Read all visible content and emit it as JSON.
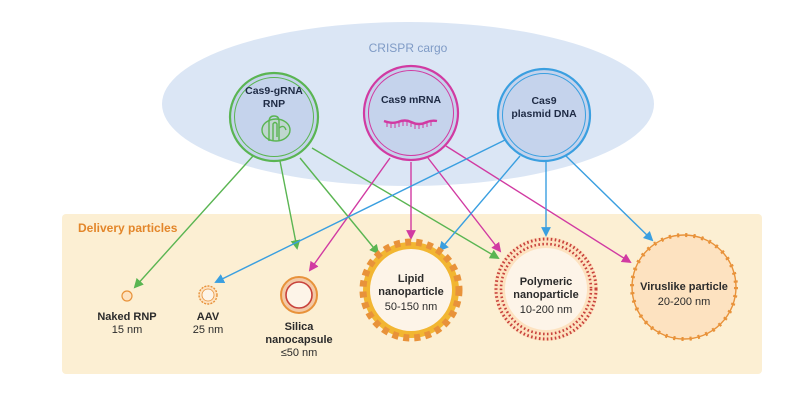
{
  "cargo_region": {
    "title": "CRISPR cargo"
  },
  "delivery_region": {
    "title": "Delivery particles"
  },
  "cargo": [
    {
      "line1": "Cas9-gRNA",
      "line2": "RNP",
      "color": "#5ab552"
    },
    {
      "line1": "Cas9 mRNA",
      "line2": "",
      "color": "#d13aa2"
    },
    {
      "line1": "Cas9",
      "line2": "plasmid DNA",
      "color": "#3a9fe0"
    }
  ],
  "particles": [
    {
      "name": "Naked RNP",
      "size": "15 nm"
    },
    {
      "name": "AAV",
      "size": "25 nm"
    },
    {
      "name_line1": "Silica",
      "name_line2": "nanocapsule",
      "size": "≤50 nm"
    },
    {
      "name_line1": "Lipid",
      "name_line2": "nanoparticle",
      "size": "50-150 nm"
    },
    {
      "name_line1": "Polymeric",
      "name_line2": "nanoparticle",
      "size": "10-200 nm"
    },
    {
      "name": "Viruslike particle",
      "size": "20-200 nm"
    }
  ],
  "colors": {
    "cargo_ellipse": "#dbe6f5",
    "cargo_circle_fill": "#c5d3ec",
    "delivery_bg": "#fcefd3",
    "delivery_title": "#e3862a",
    "particle_orange": "#e8923a",
    "particle_red": "#c8423c",
    "particle_yellow": "#f2b632"
  },
  "arrows": [
    {
      "from": "Cas9-gRNA RNP",
      "to": [
        "Naked RNP",
        "Silica nanocapsule",
        "Lipid nanoparticle",
        "Polymeric nanoparticle"
      ]
    },
    {
      "from": "Cas9 mRNA",
      "to": [
        "Silica nanocapsule",
        "Lipid nanoparticle",
        "Polymeric nanoparticle",
        "Viruslike particle"
      ]
    },
    {
      "from": "Cas9 plasmid DNA",
      "to": [
        "AAV",
        "Lipid nanoparticle",
        "Polymeric nanoparticle",
        "Viruslike particle"
      ]
    }
  ]
}
